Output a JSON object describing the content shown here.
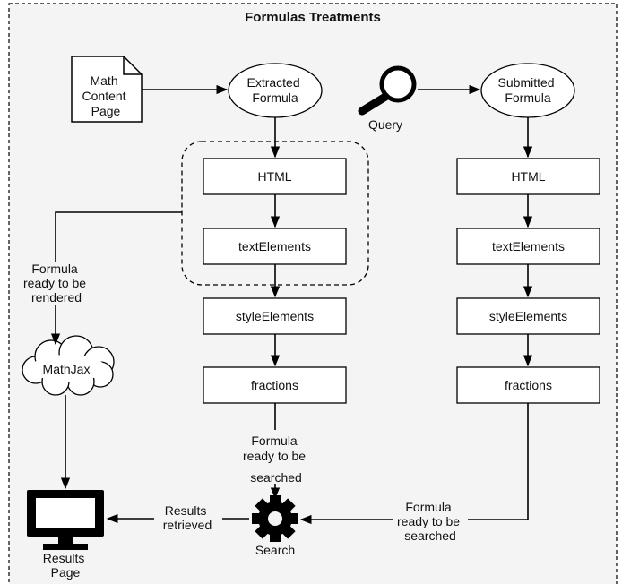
{
  "title": "Formulas Treatments",
  "nodes": {
    "math_page": [
      "Math",
      "Content",
      "Page"
    ],
    "extracted": [
      "Extracted",
      "Formula"
    ],
    "submitted": [
      "Submitted",
      "Formula"
    ],
    "query": "Query",
    "mathjax": "MathJax",
    "search": "Search",
    "results_page": [
      "Results",
      "Page"
    ]
  },
  "left_pipeline": [
    "HTML",
    "textElements",
    "styleElements",
    "fractions"
  ],
  "right_pipeline": [
    "HTML",
    "textElements",
    "styleElements",
    "fractions"
  ],
  "edge_labels": {
    "rendered": [
      "Formula",
      "ready to be",
      "rendered"
    ],
    "searched_left": [
      "Formula",
      "ready to be",
      "searched"
    ],
    "searched_right": [
      "Formula",
      "ready to be",
      "searched"
    ],
    "retrieved": [
      "Results",
      "retrieved"
    ]
  },
  "colors": {
    "background": "#f4f4f4",
    "stroke": "#000000",
    "box_fill": "#ffffff"
  },
  "icons": {
    "query": "magnifier-icon",
    "search": "gear-icon",
    "results": "monitor-icon",
    "document": "document-icon",
    "mathjax": "cloud-icon"
  }
}
